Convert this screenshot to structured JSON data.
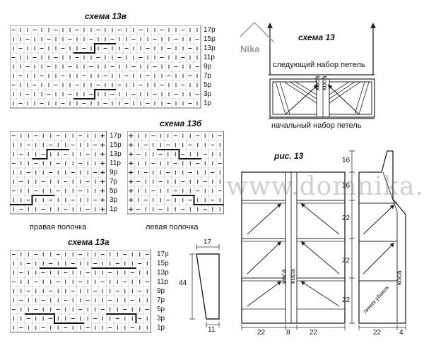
{
  "schemes": {
    "s13v": {
      "title": "схема 13в",
      "rows": [
        "17р",
        "15р",
        "13р",
        "11р",
        "9р",
        "7р",
        "5р",
        "3р",
        "1р"
      ]
    },
    "s13b": {
      "title": "схема 13б",
      "rows": [
        "17р",
        "15р",
        "13р",
        "11р",
        "9р",
        "7р",
        "5р",
        "3р",
        "1р"
      ],
      "left_caption": "правая полочка",
      "right_caption": "левая полочка"
    },
    "s13a": {
      "title": "схема 13а",
      "rows": [
        "17р",
        "15р",
        "13р",
        "11р",
        "9р",
        "7р",
        "5р",
        "3р",
        "1р"
      ]
    }
  },
  "scheme13": {
    "title": "схема 13",
    "next_cast_on": "следующий набор петель",
    "initial_cast_on": "начальный набор петель",
    "kosa_left": "коса",
    "kosa_right": "коса"
  },
  "sleeve": {
    "top": "17",
    "height": "44",
    "bottom": "11"
  },
  "figure": {
    "title": "рис. 13",
    "kosa_left": "коса",
    "kosa_right": "коса",
    "kosa_side": "коса",
    "side_label": "линия убавок",
    "right_dims": [
      "16",
      "16",
      "22",
      "22",
      "22"
    ],
    "bottom_dims": [
      "22",
      "8",
      "22"
    ],
    "side_bottom_dims": [
      "22",
      "4"
    ]
  },
  "logo": "Nika",
  "watermark": "www.domnika.ru"
}
